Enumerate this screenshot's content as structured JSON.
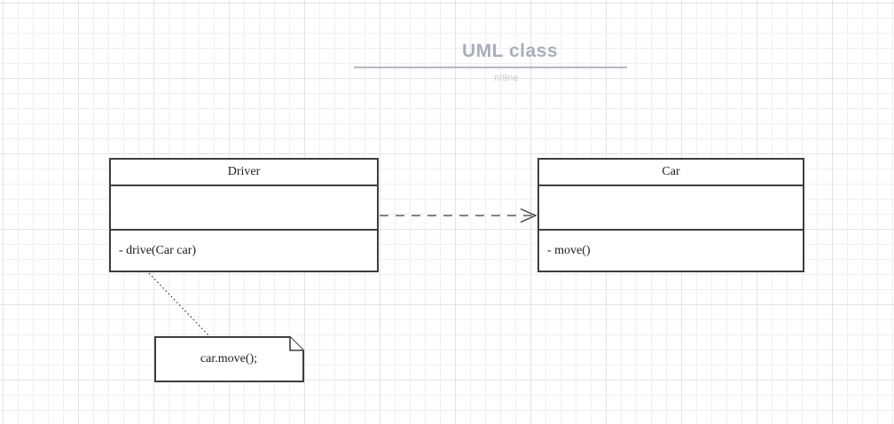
{
  "header": {
    "title": "UML class",
    "subtitle": "ni9ne"
  },
  "diagram": {
    "classes": [
      {
        "name": "Driver",
        "attributes": [],
        "methods": [
          "- drive(Car car)"
        ]
      },
      {
        "name": "Car",
        "attributes": [],
        "methods": [
          "- move()"
        ]
      }
    ],
    "note": {
      "text": "car.move();"
    },
    "connectors": [
      {
        "id": "dependency-arrow",
        "type": "dashed-open-arrow",
        "from": "Driver",
        "to": "Car"
      },
      {
        "id": "note-anchor",
        "type": "dotted-line",
        "from": "Driver",
        "to": "note"
      }
    ]
  },
  "colors": {
    "shape_border": "#3d3d3d",
    "shape_fill": "#ffffff",
    "shape_text": "#1c1c1c",
    "title_text": "#a9afba",
    "title_rule": "#b2b8c2",
    "subtitle_text": "#c7ccd3",
    "grid_minor": "#f0f0f2",
    "grid_major": "#e3e3e6"
  }
}
